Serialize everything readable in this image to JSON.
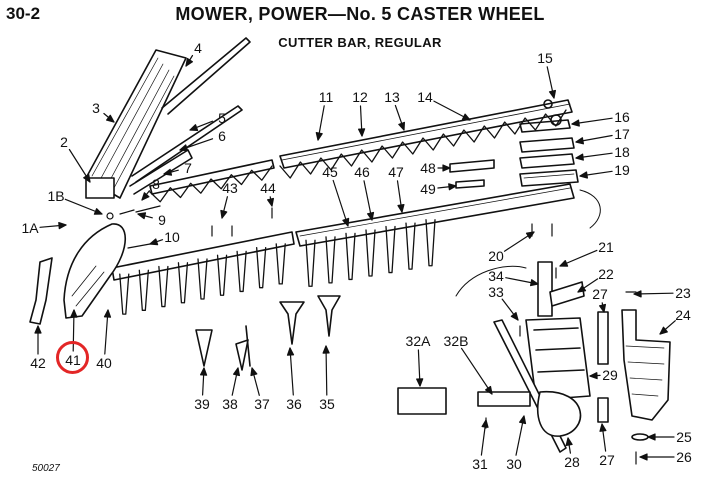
{
  "header": {
    "page_number": "30-2",
    "title": "MOWER, POWER—No. 5 CASTER WHEEL",
    "subtitle": "CUTTER BAR, REGULAR"
  },
  "drawing_code": "50027",
  "highlight": {
    "part": "41",
    "color": "#e32626"
  },
  "callouts": [
    "1A",
    "1B",
    "2",
    "3",
    "4",
    "5",
    "6",
    "7",
    "8",
    "9",
    "10",
    "11",
    "12",
    "13",
    "14",
    "15",
    "16",
    "17",
    "18",
    "19",
    "20",
    "21",
    "22",
    "23",
    "24",
    "25",
    "26",
    "27",
    "27",
    "28",
    "29",
    "30",
    "31",
    "32A",
    "32B",
    "33",
    "34",
    "35",
    "36",
    "37",
    "38",
    "39",
    "40",
    "41",
    "42",
    "43",
    "44",
    "45",
    "46",
    "47",
    "48",
    "49"
  ]
}
